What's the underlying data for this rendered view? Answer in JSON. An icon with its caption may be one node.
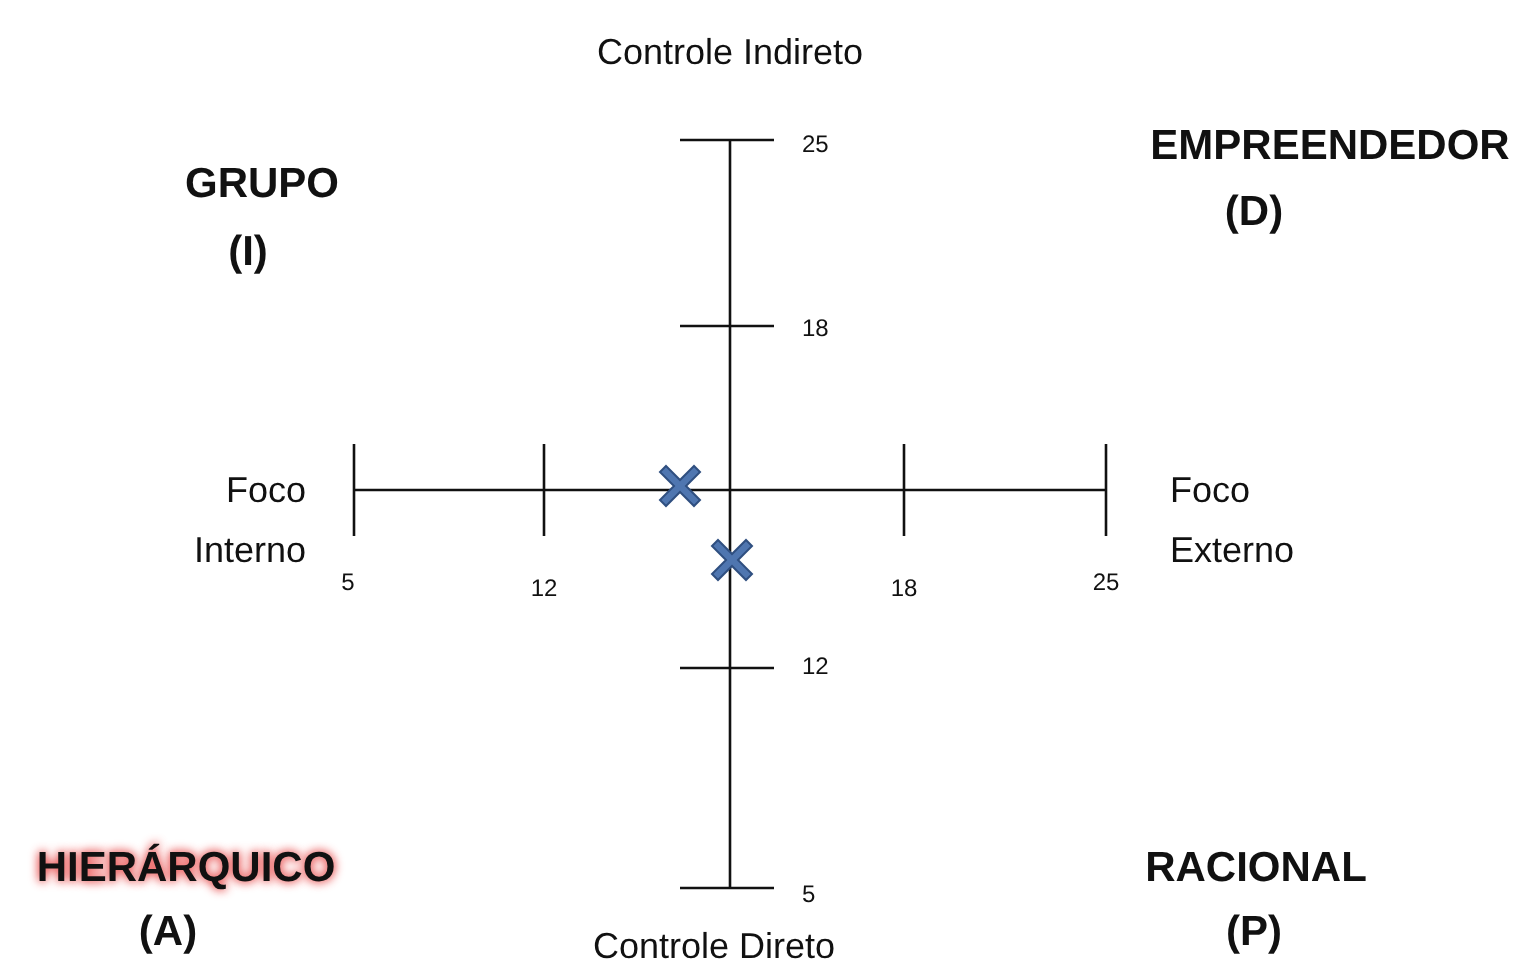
{
  "diagram": {
    "labels": [
      "Controle Indireto",
      "GRUPO",
      "(I)",
      "EMPREENDEDOR",
      "(D)",
      "25",
      "18",
      "Foco Interno",
      "Foco Externo",
      "5",
      "12",
      "18",
      "25",
      "12",
      "HIERÁRQUICO",
      "RACIONAL",
      "5",
      "(A)",
      "(P)",
      "Controle Direto"
    ]
  }
}
